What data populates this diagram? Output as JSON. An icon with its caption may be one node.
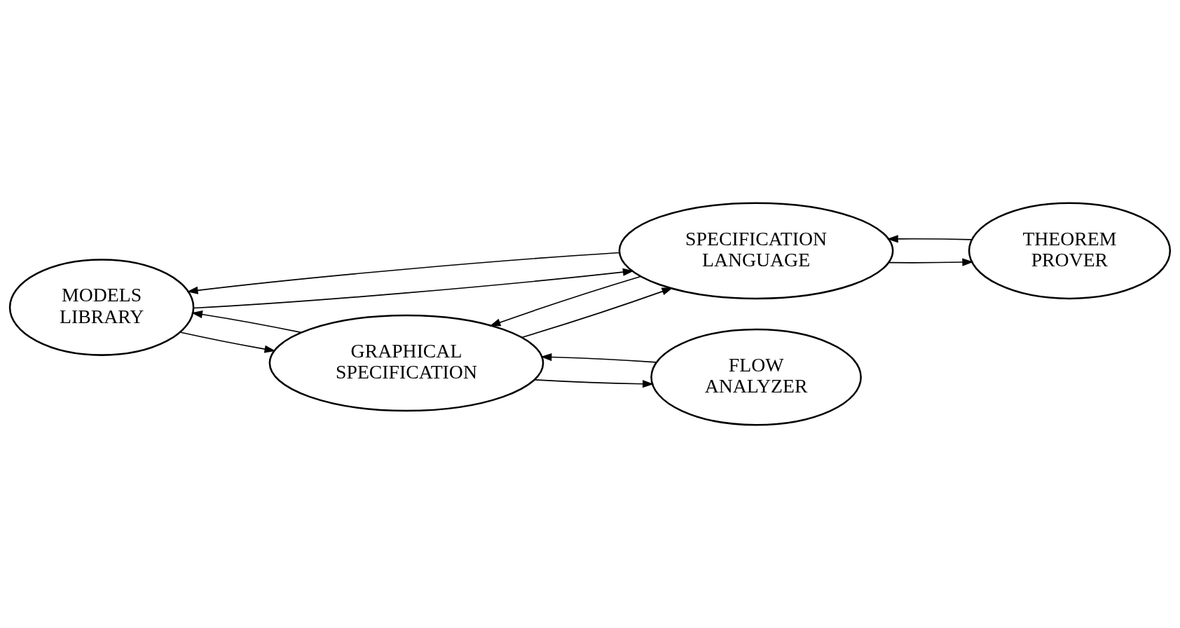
{
  "diagram": {
    "nodes": [
      {
        "text": [
          "MODELS LIBRARY"
        ]
      },
      {
        "text": [
          "GRAPHICAL SPECIFICATION"
        ]
      },
      {
        "text": [
          "SPECIFICATION LANGUAGE"
        ]
      },
      {
        "text": [
          "THEOREM PROVER"
        ]
      },
      {
        "text": [
          "FLOW ANALYZER"
        ]
      }
    ],
    "edges": [
      {
        "from": 1,
        "to": 0,
        "arrow": "to"
      },
      {
        "from": 0,
        "to": 1,
        "arrow": "to"
      },
      {
        "from": 2,
        "to": 0,
        "arrow": "to"
      },
      {
        "from": 0,
        "to": 2,
        "arrow": "to"
      },
      {
        "from": 2,
        "to": 1,
        "arrow": "to"
      },
      {
        "from": 1,
        "to": 2,
        "arrow": "to"
      },
      {
        "from": 3,
        "to": 2,
        "arrow": "to"
      },
      {
        "from": 2,
        "to": 3,
        "arrow": "to"
      },
      {
        "from": 1,
        "to": 4,
        "arrow": "to"
      },
      {
        "from": 4,
        "to": 1,
        "arrow": "to"
      }
    ]
  }
}
